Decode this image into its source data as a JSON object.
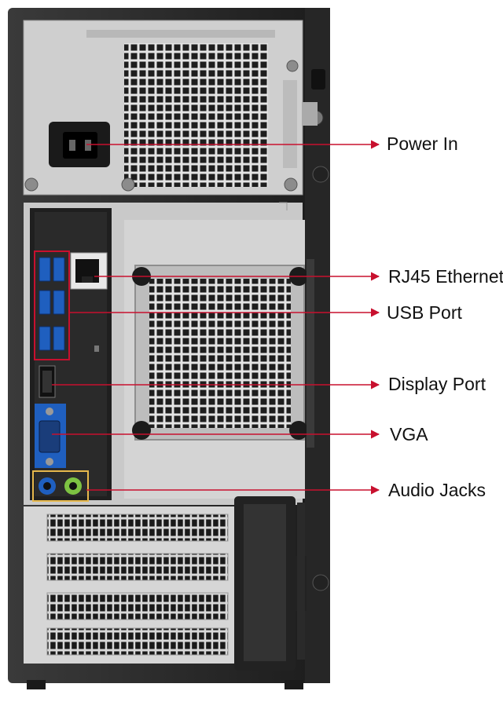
{
  "callouts": [
    {
      "id": "power-in",
      "label": "Power In"
    },
    {
      "id": "rj45",
      "label": "RJ45 Ethernet"
    },
    {
      "id": "usb",
      "label": "USB Port"
    },
    {
      "id": "display-port",
      "label": "Display Port"
    },
    {
      "id": "vga",
      "label": "VGA"
    },
    {
      "id": "audio",
      "label": "Audio Jacks"
    }
  ],
  "colors": {
    "leader_line": "#c8102e",
    "chassis": "#2b2b2b",
    "panel": "#d6d6d6",
    "usb_port": "#1f5fbf",
    "vga_port": "#1f5fbf",
    "audio_green": "#7dc242",
    "audio_pink": "#f2a7c0"
  }
}
